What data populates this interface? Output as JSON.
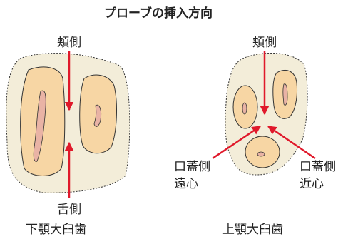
{
  "title": "プローブの挿入方向",
  "lower": {
    "buccal": "頬側",
    "lingual": "舌側",
    "caption": "下顎大臼歯"
  },
  "upper": {
    "buccal": "頬側",
    "palatal_distal": [
      "口蓋側",
      "遠心"
    ],
    "palatal_mesial": [
      "口蓋側",
      "近心"
    ],
    "caption": "上顎大臼歯"
  },
  "colors": {
    "gum": "#f3edd9",
    "root": "#f7d6a4",
    "canal": "#e9b3a5",
    "arrow": "#e0192b",
    "outline": "#333333"
  }
}
